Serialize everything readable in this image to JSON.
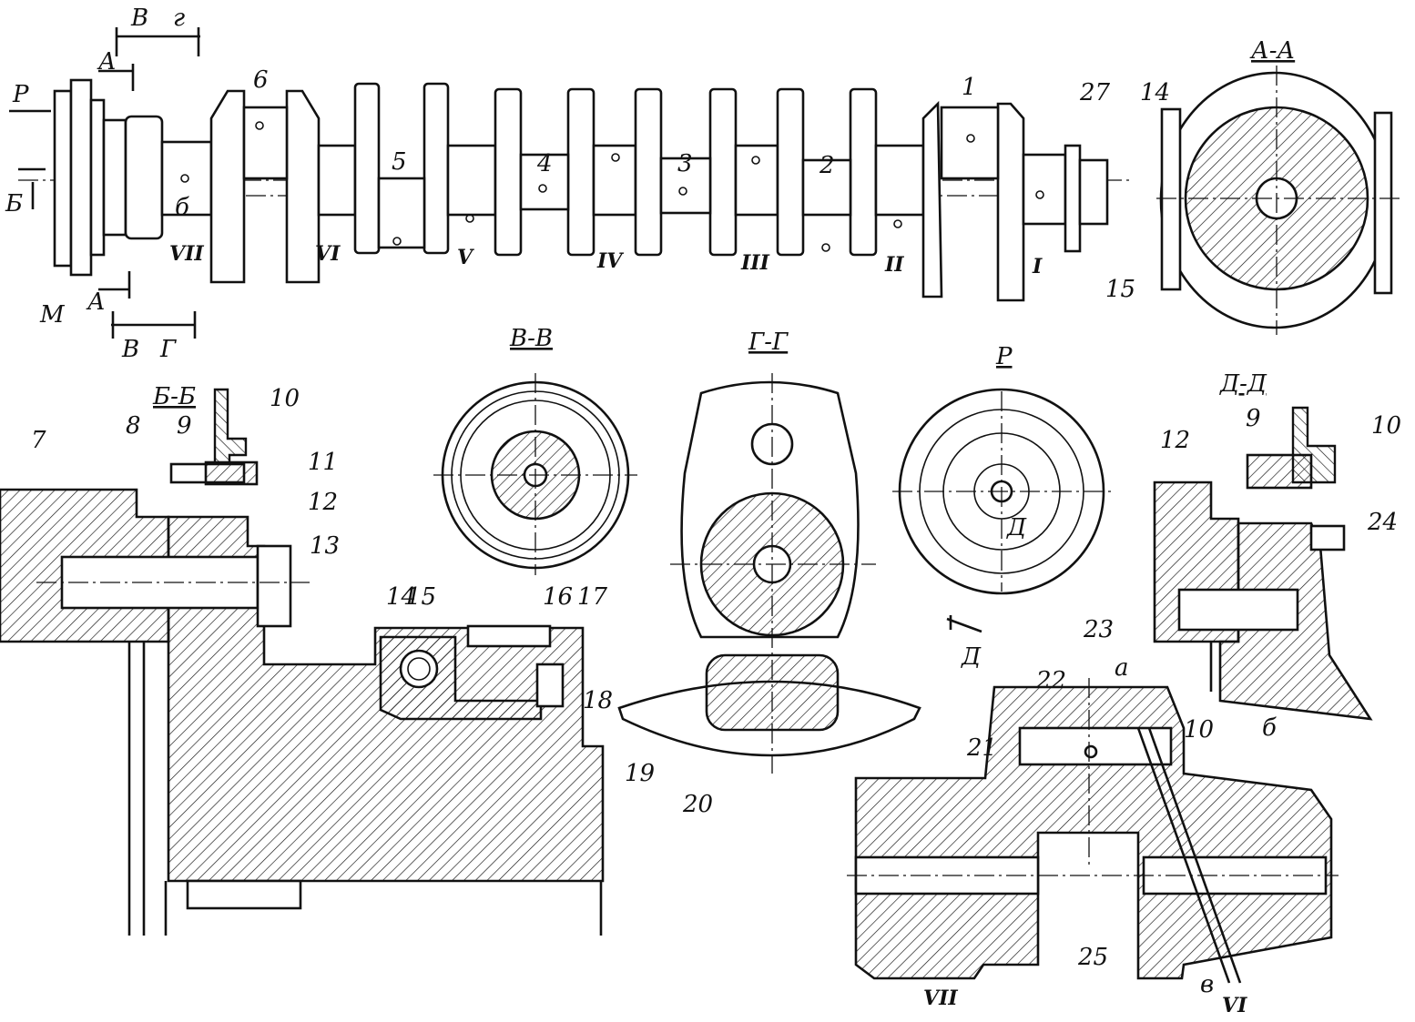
{
  "sections": {
    "aa": "А-А",
    "bb": "Б-Б",
    "vv": "В-В",
    "gg": "Г-Г",
    "r": "Р",
    "dd": "Д-Д"
  },
  "view_marks": {
    "p": "Р",
    "b_arrow": "Б",
    "b_arrow2": "б",
    "a_top": "А",
    "a_bottom": "А",
    "v_top": "В",
    "g_top": "г",
    "v_bottom": "В",
    "g_bottom": "Г",
    "m": "М",
    "d_arrow": "Д",
    "d_inner": "Д"
  },
  "journal_numbers": [
    "1",
    "2",
    "3",
    "4",
    "5",
    "6"
  ],
  "support_numerals": [
    "I",
    "II",
    "III",
    "IV",
    "V",
    "VI",
    "VII"
  ],
  "callouts": {
    "n1": "1",
    "n7": "7",
    "n8": "8",
    "n9": "9",
    "n10": "10",
    "n11": "11",
    "n12": "12",
    "n13": "13",
    "n14": "14",
    "n15": "15",
    "n16": "16",
    "n17": "17",
    "n18": "18",
    "n19": "19",
    "n20": "20",
    "n21": "21",
    "n22": "22",
    "n23": "23",
    "n24": "24",
    "n25": "25",
    "n27": "27",
    "a_letter": "а",
    "b_letter": "б",
    "v_letter": "в"
  },
  "bottom_numerals": {
    "vii": "VII",
    "vi": "VI"
  },
  "colors": {
    "ink": "#111111",
    "paper": "#ffffff"
  }
}
